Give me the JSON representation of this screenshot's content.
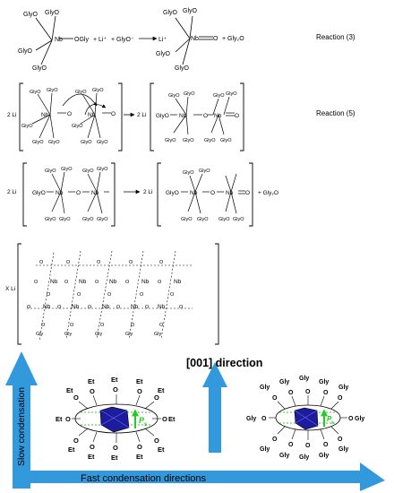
{
  "reactions": {
    "r3_label": "Reaction (3)",
    "r5_label": "Reaction (5)"
  },
  "species": {
    "nb": "Nb",
    "oxygen": "O",
    "glyo": "GlyO",
    "ogly": "OGly",
    "gly": "Gly",
    "et": "Et",
    "two_li": "2 Li",
    "x_li": "X Li",
    "li_plus": "+ Li⁺",
    "glyo_minus": "+ GlyO⁻",
    "li_cation": "Li⁺",
    "gly2o": "+ Gly₂O"
  },
  "labels": {
    "direction_001": "[001] direction",
    "slow_condensation": "Slow condensation",
    "fast_condensation": "Fast condensation directions",
    "polarization": "P",
    "polarization_sub": "s"
  },
  "colors": {
    "arrow_blue": "#3399dd",
    "polarization_green": "#22cc22",
    "octahedron_blue": "#1c1c9c",
    "dashed_green": "#33cc33"
  }
}
